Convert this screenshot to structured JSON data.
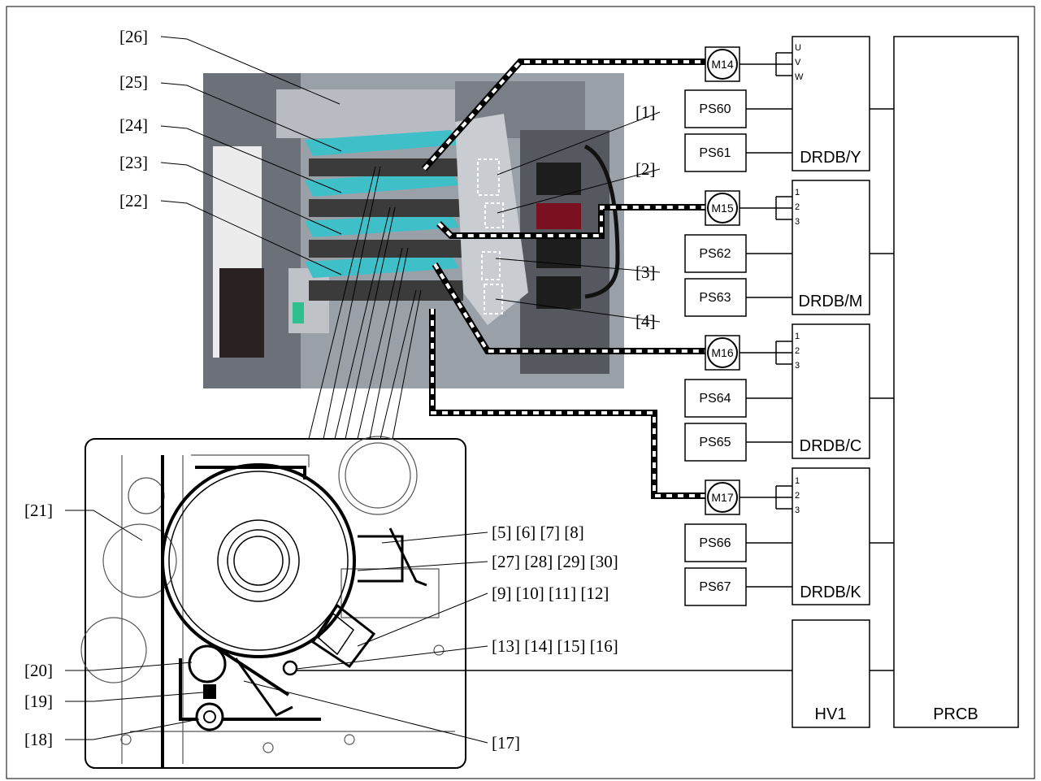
{
  "callouts": {
    "c1": "[1]",
    "c2": "[2]",
    "c3": "[3]",
    "c4": "[4]",
    "c5_8": "[5] [6] [7] [8]",
    "c27_30": "[27] [28] [29] [30]",
    "c9_12": "[9] [10] [11] [12]",
    "c13_16": "[13] [14] [15] [16]",
    "c17": "[17]",
    "c18": "[18]",
    "c19": "[19]",
    "c20": "[20]",
    "c21": "[21]",
    "c22": "[22]",
    "c23": "[23]",
    "c24": "[24]",
    "c25": "[25]",
    "c26": "[26]"
  },
  "motors": {
    "m14": "M14",
    "m15": "M15",
    "m16": "M16",
    "m17": "M17"
  },
  "sensors": {
    "ps60": "PS60",
    "ps61": "PS61",
    "ps62": "PS62",
    "ps63": "PS63",
    "ps64": "PS64",
    "ps65": "PS65",
    "ps66": "PS66",
    "ps67": "PS67"
  },
  "boards": {
    "drdb_y": "DRDB/Y",
    "drdb_m": "DRDB/M",
    "drdb_c": "DRDB/C",
    "drdb_k": "DRDB/K",
    "hv1": "HV1",
    "prcb": "PRCB"
  },
  "phases": {
    "y": [
      "U",
      "V",
      "W"
    ],
    "m": [
      "1",
      "2",
      "3"
    ],
    "c": [
      "1",
      "2",
      "3"
    ],
    "k": [
      "1",
      "2",
      "3"
    ]
  },
  "colors": {
    "drum_cyan": "#3fc0c8",
    "photo_bg": "#9aa0a8",
    "line": "#000000"
  }
}
